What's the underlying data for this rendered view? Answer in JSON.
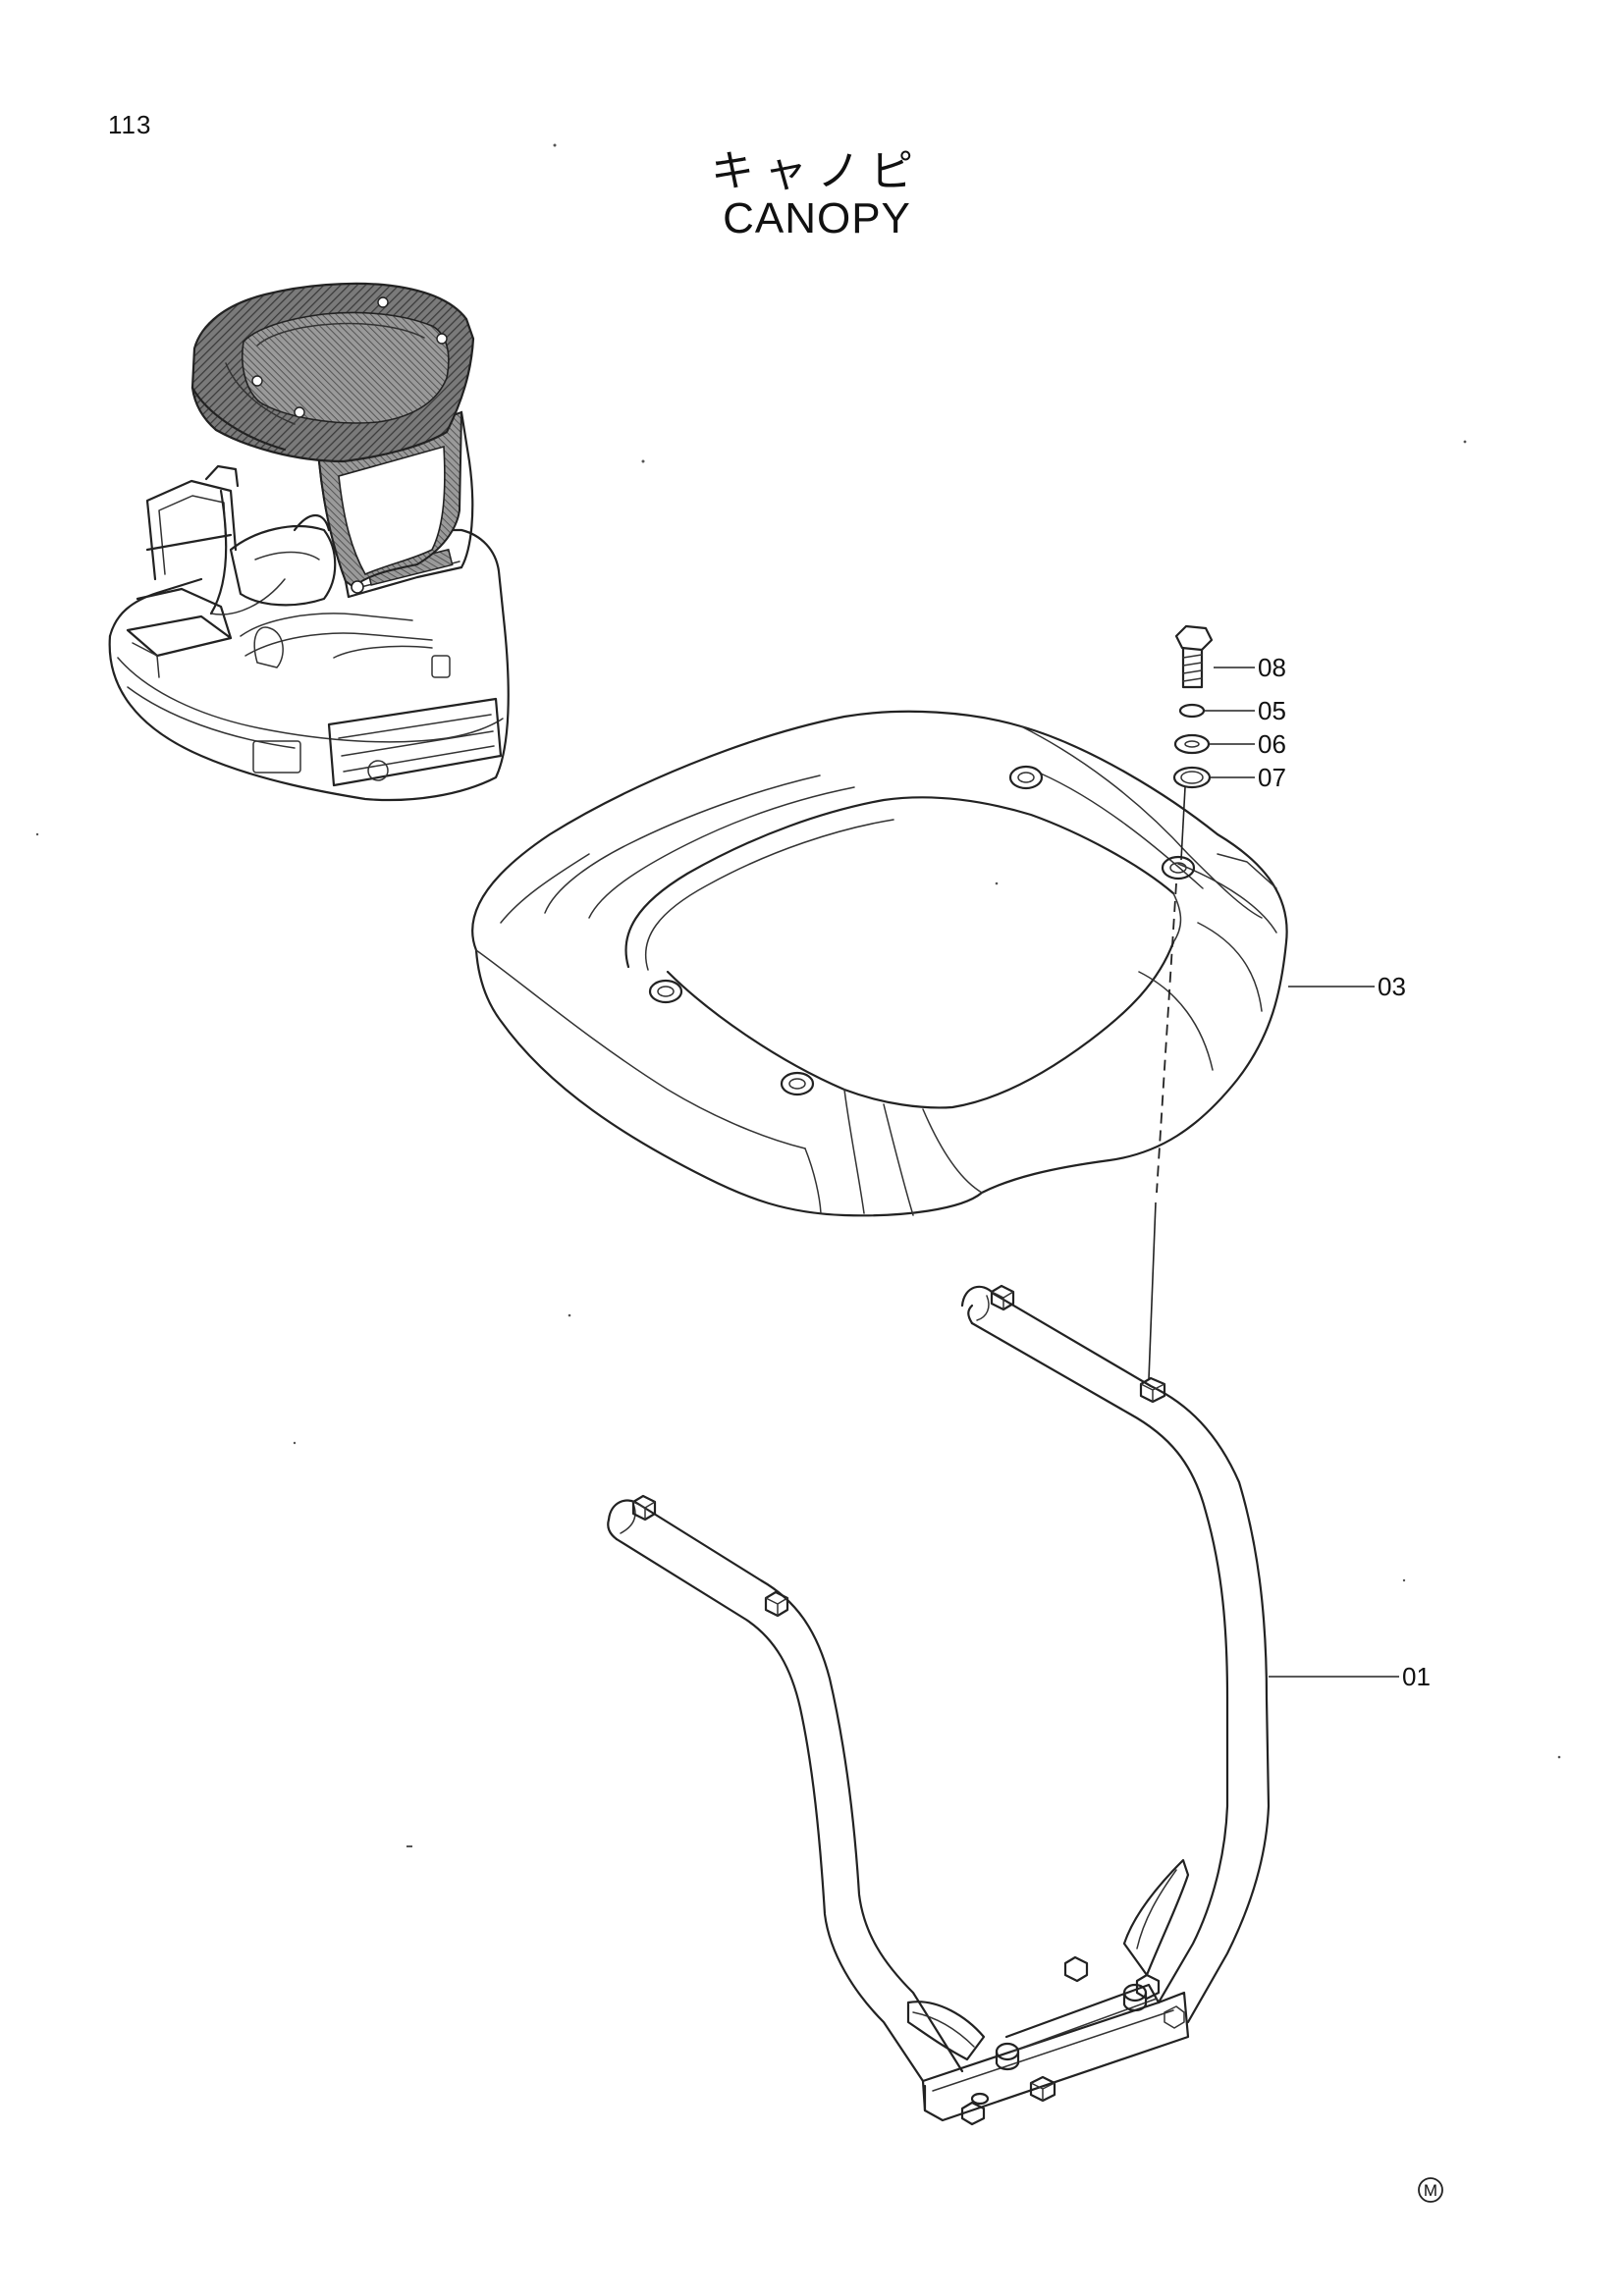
{
  "page": {
    "number": "113",
    "title_ja": "キャノピ",
    "title_en": "CANOPY",
    "footer_mark": "M"
  },
  "callouts": [
    {
      "id": "part-08",
      "label": "08"
    },
    {
      "id": "part-05",
      "label": "05"
    },
    {
      "id": "part-06",
      "label": "06"
    },
    {
      "id": "part-07",
      "label": "07"
    },
    {
      "id": "part-03",
      "label": "03"
    },
    {
      "id": "part-01",
      "label": "01"
    }
  ]
}
